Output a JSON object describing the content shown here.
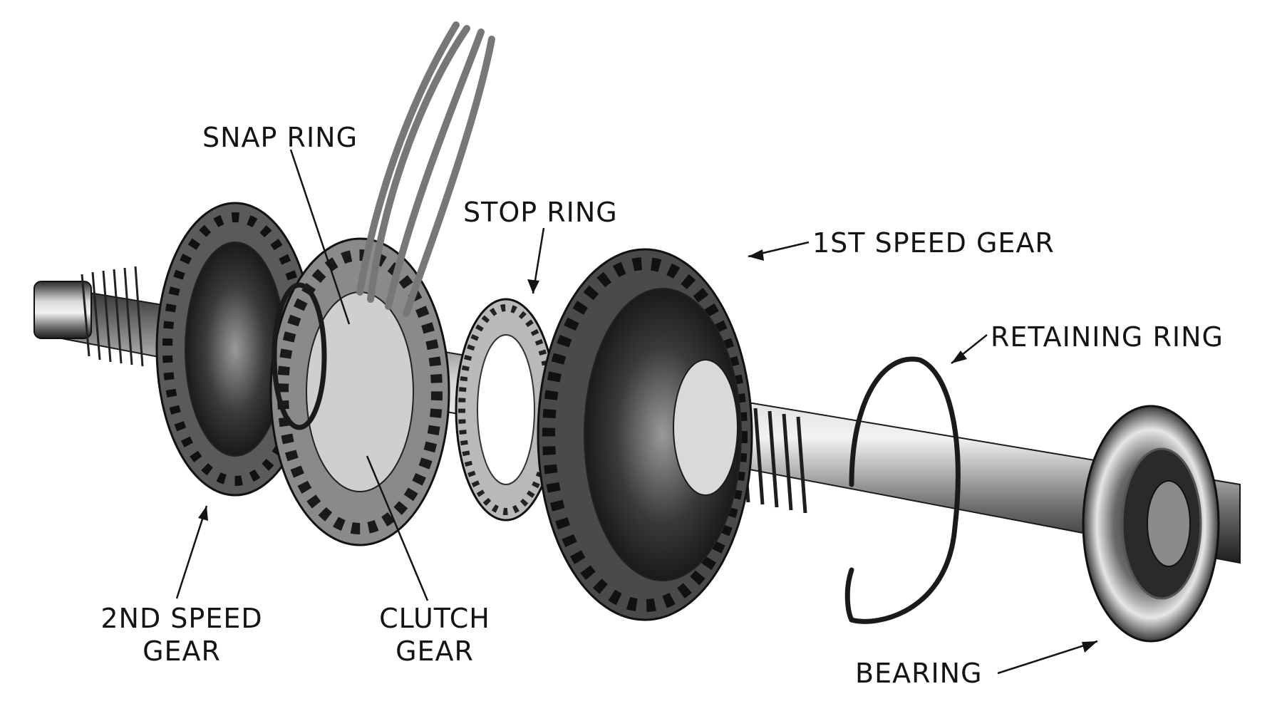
{
  "labels": {
    "snap_ring": "SNAP RING",
    "stop_ring": "STOP RING",
    "first_speed_gear": "1ST SPEED GEAR",
    "retaining_ring": "RETAINING RING",
    "second_speed_gear": [
      "2ND SPEED",
      "GEAR"
    ],
    "clutch_gear": [
      "CLUTCH",
      "GEAR"
    ],
    "bearing": "BEARING"
  },
  "colors": {
    "background": "#ffffff",
    "ink": "#141414",
    "metal_light": "#d9d9d9",
    "metal_mid": "#8a8a8a",
    "metal_dark": "#2a2a2a"
  }
}
